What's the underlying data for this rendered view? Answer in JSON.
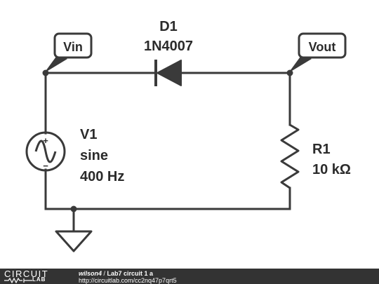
{
  "diagram": {
    "diode": {
      "ref": "D1",
      "part": "1N4007"
    },
    "source": {
      "ref": "V1",
      "type": "sine",
      "freq": "400 Hz",
      "plus": "+",
      "minus": "−"
    },
    "resistor": {
      "ref": "R1",
      "value": "10 kΩ"
    },
    "tags": {
      "input": "Vin",
      "output": "Vout"
    }
  },
  "footer": {
    "logo_top": "CIRCUIT",
    "logo_bottom": "LAB",
    "user": "wilson4",
    "separator": " / ",
    "circuit_title": "Lab7 circuit 1 a",
    "url": "http://circuitlab.com/cc2nq47p7qrt5"
  },
  "colors": {
    "ink": "#3a3a3a",
    "footer_bg": "#333333",
    "footer_text": "#ffffff"
  }
}
